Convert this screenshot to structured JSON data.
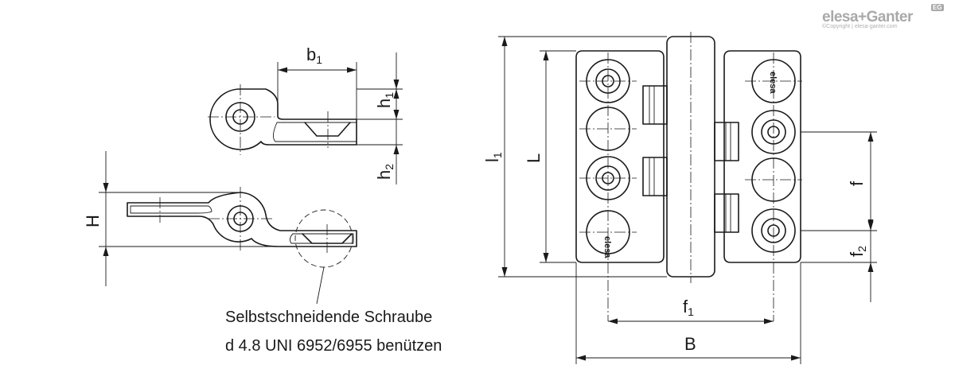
{
  "brand": {
    "logo": "elesa+Ganter",
    "badge": "EG",
    "copyright": "©Copyright | elesa-ganter.com"
  },
  "dimensions": {
    "b1": {
      "main": "b",
      "sub": "1"
    },
    "h1": {
      "main": "h",
      "sub": "1"
    },
    "h2": {
      "main": "h",
      "sub": "2"
    },
    "H": "H",
    "l1": {
      "main": "l",
      "sub": "1"
    },
    "L": "L",
    "f": "f",
    "f1": {
      "main": "f",
      "sub": "1"
    },
    "f2": {
      "main": "f",
      "sub": "2"
    },
    "B": "B"
  },
  "screw_note": {
    "line1": "Selbstschneidende Schraube",
    "line2": "d 4.8 UNI 6952/6955 benützen"
  },
  "embossing": "elesa"
}
